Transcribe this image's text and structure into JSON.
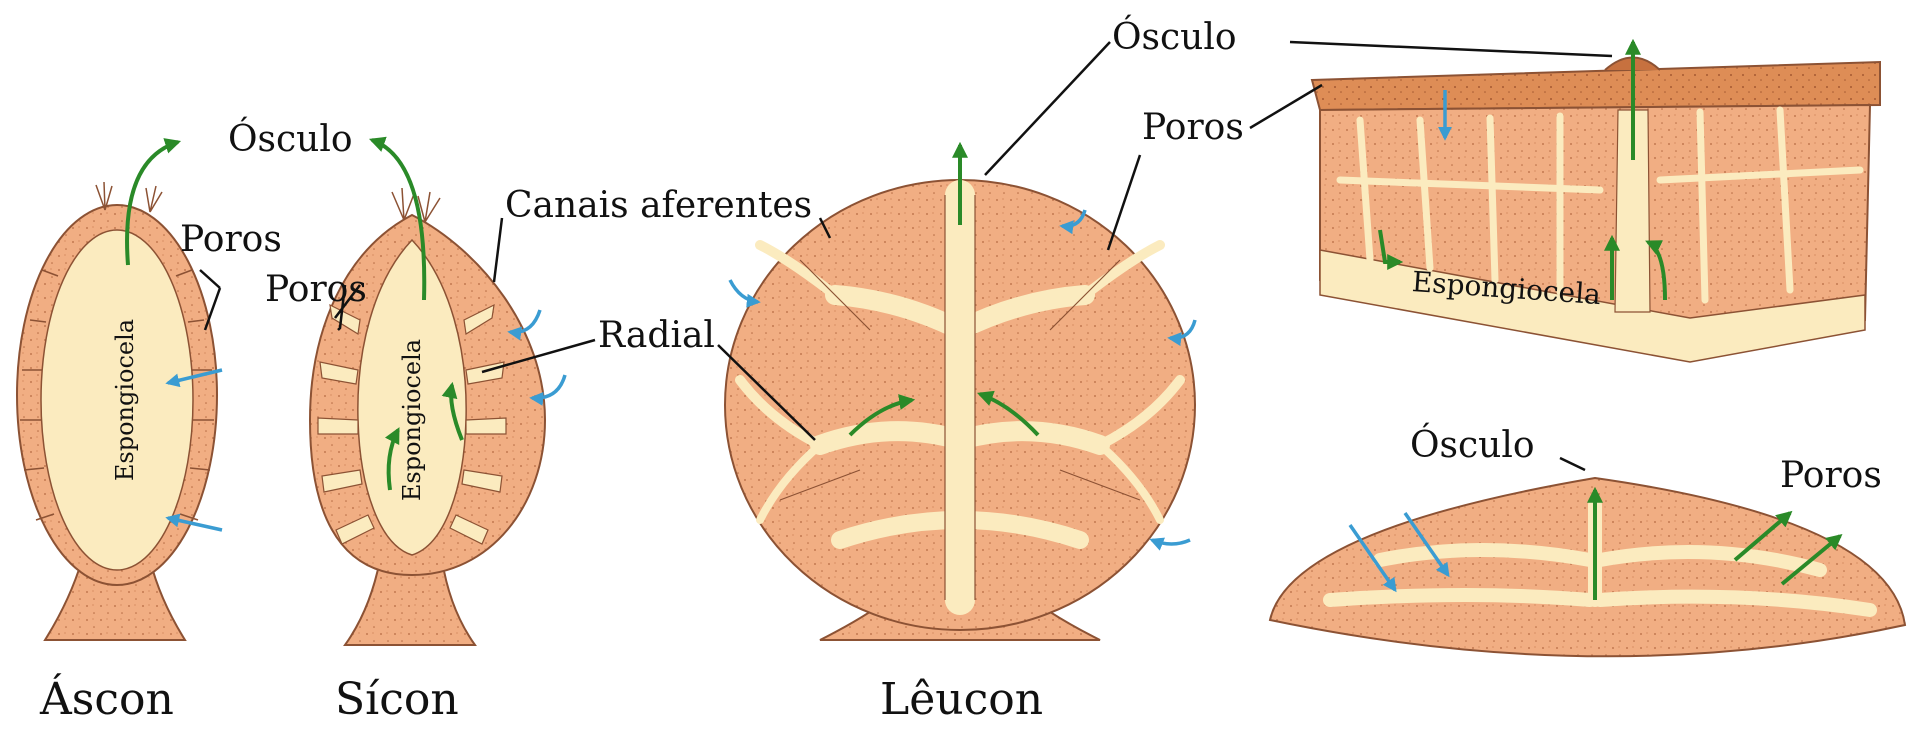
{
  "types": {
    "ascon": "Áscon",
    "sicon": "Sícon",
    "leucon": "Lêucon"
  },
  "labels": {
    "osculo_ascon": "Ósculo",
    "poros_ascon": "Poros",
    "poros_sicon": "Poros",
    "canais_aferentes": "Canais aferentes",
    "radial": "Radial",
    "osculo_leucon": "Ósculo",
    "poros_leucon": "Poros",
    "osculo_bottom": "Ósculo",
    "poros_bottom": "Poros"
  },
  "cavity_labels": {
    "ascon": "Espongiocela",
    "sicon": "Espongiocela",
    "block": "Espongiocela"
  },
  "colors": {
    "body": "#F1AE83",
    "body_dark": "#E39262",
    "outline": "#8C5234",
    "cavity": "#FBEBBF",
    "surface": "#DE8D56",
    "water_in": "#3A9CD2",
    "water_out": "#2A8A28",
    "leader": "#111111"
  }
}
